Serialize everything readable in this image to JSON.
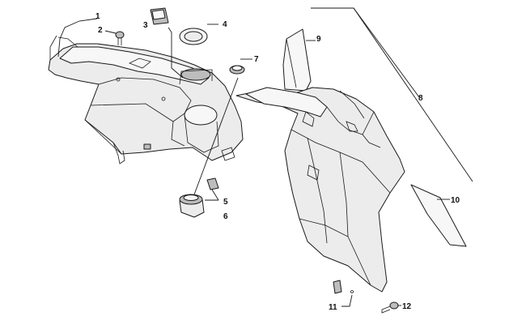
{
  "callouts": {
    "c1": "1",
    "c2": "2",
    "c3": "3",
    "c4": "4",
    "c5": "5",
    "c6": "6",
    "c7": "7",
    "c8": "8",
    "c9": "9",
    "c10": "10",
    "c11": "11",
    "c12": "12"
  },
  "colors": {
    "line": "#1a1a1a",
    "panel_fill": "#ececec",
    "shade_fill": "#bdbdbd",
    "background": "#ffffff"
  }
}
